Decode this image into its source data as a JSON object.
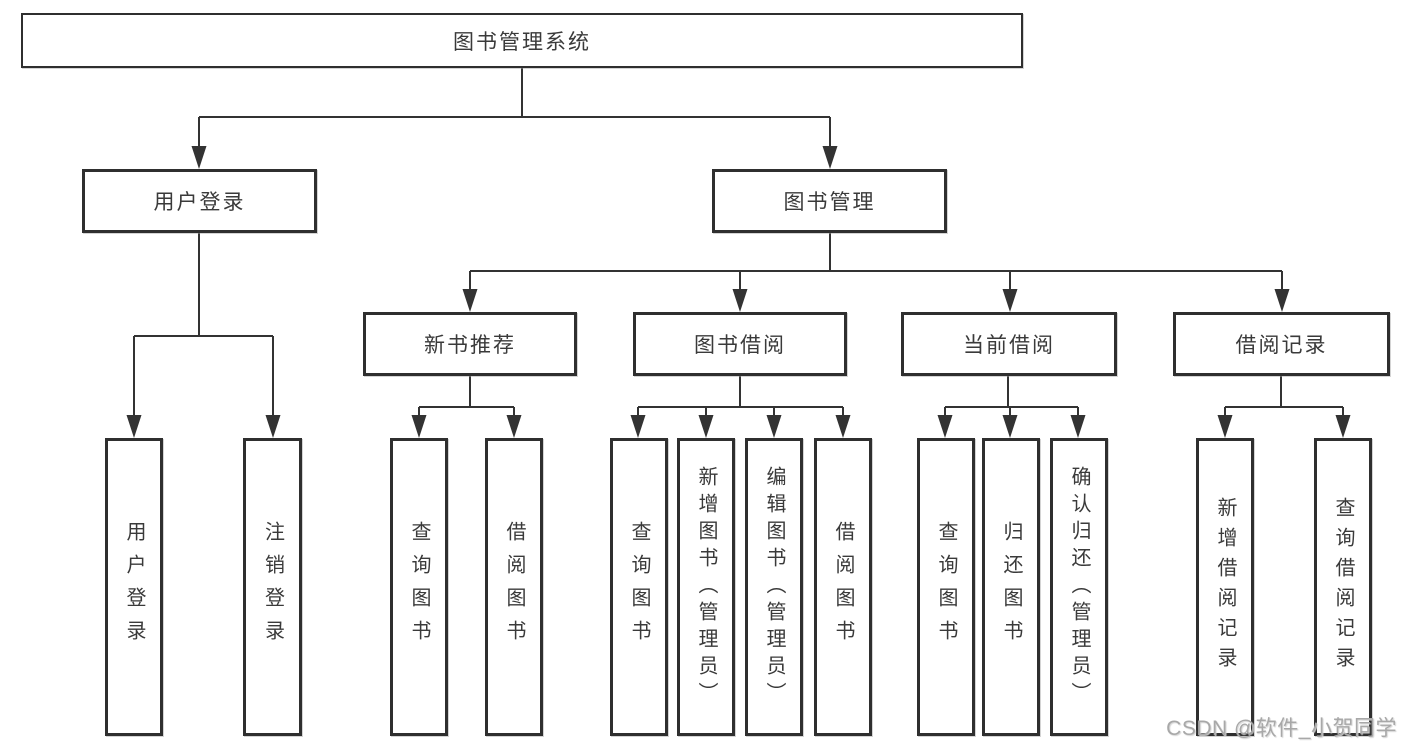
{
  "tree": {
    "root": {
      "label": "图书管理系统"
    },
    "children": [
      {
        "label": "用户登录",
        "children": [
          {
            "label": "用户登录"
          },
          {
            "label": "注销登录"
          }
        ]
      },
      {
        "label": "图书管理",
        "children": [
          {
            "label": "新书推荐",
            "children": [
              {
                "label": "查询图书"
              },
              {
                "label": "借阅图书"
              }
            ]
          },
          {
            "label": "图书借阅",
            "children": [
              {
                "label": "查询图书"
              },
              {
                "label": "新增图书（管理员）"
              },
              {
                "label": "编辑图书（管理员）"
              },
              {
                "label": "借阅图书"
              }
            ]
          },
          {
            "label": "当前借阅",
            "children": [
              {
                "label": "查询图书"
              },
              {
                "label": "归还图书"
              },
              {
                "label": "确认归还（管理员）"
              }
            ]
          },
          {
            "label": "借阅记录",
            "children": [
              {
                "label": "新增借阅记录"
              },
              {
                "label": "查询借阅记录"
              }
            ]
          }
        ]
      }
    ]
  },
  "watermark": {
    "text": "CSDN @软件_小贺同学"
  },
  "colors": {
    "line": "#333333",
    "border": "#2f2f2f",
    "text": "#3a3a3a",
    "watermark": "#a8a8a8",
    "background": "#ffffff"
  }
}
